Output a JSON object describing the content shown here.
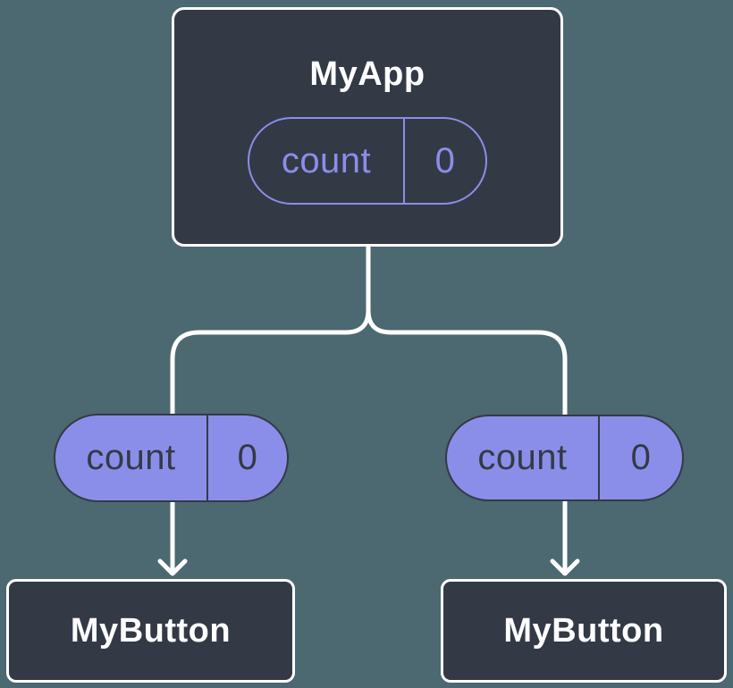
{
  "colors": {
    "background": "#4c6870",
    "nodeFill": "#333a46",
    "nodeBorder": "#ffffff",
    "connector": "#ffffff",
    "propFill": "#8b8ee9",
    "propOutline": "#8b8ee8",
    "propDarkText": "#333a46",
    "titleText": "#ffffff"
  },
  "diagram": {
    "type": "component-tree",
    "root": {
      "title": "MyApp",
      "prop": {
        "name": "count",
        "value": "0"
      }
    },
    "children": [
      {
        "title": "MyButton",
        "prop": {
          "name": "count",
          "value": "0"
        }
      },
      {
        "title": "MyButton",
        "prop": {
          "name": "count",
          "value": "0"
        }
      }
    ]
  }
}
